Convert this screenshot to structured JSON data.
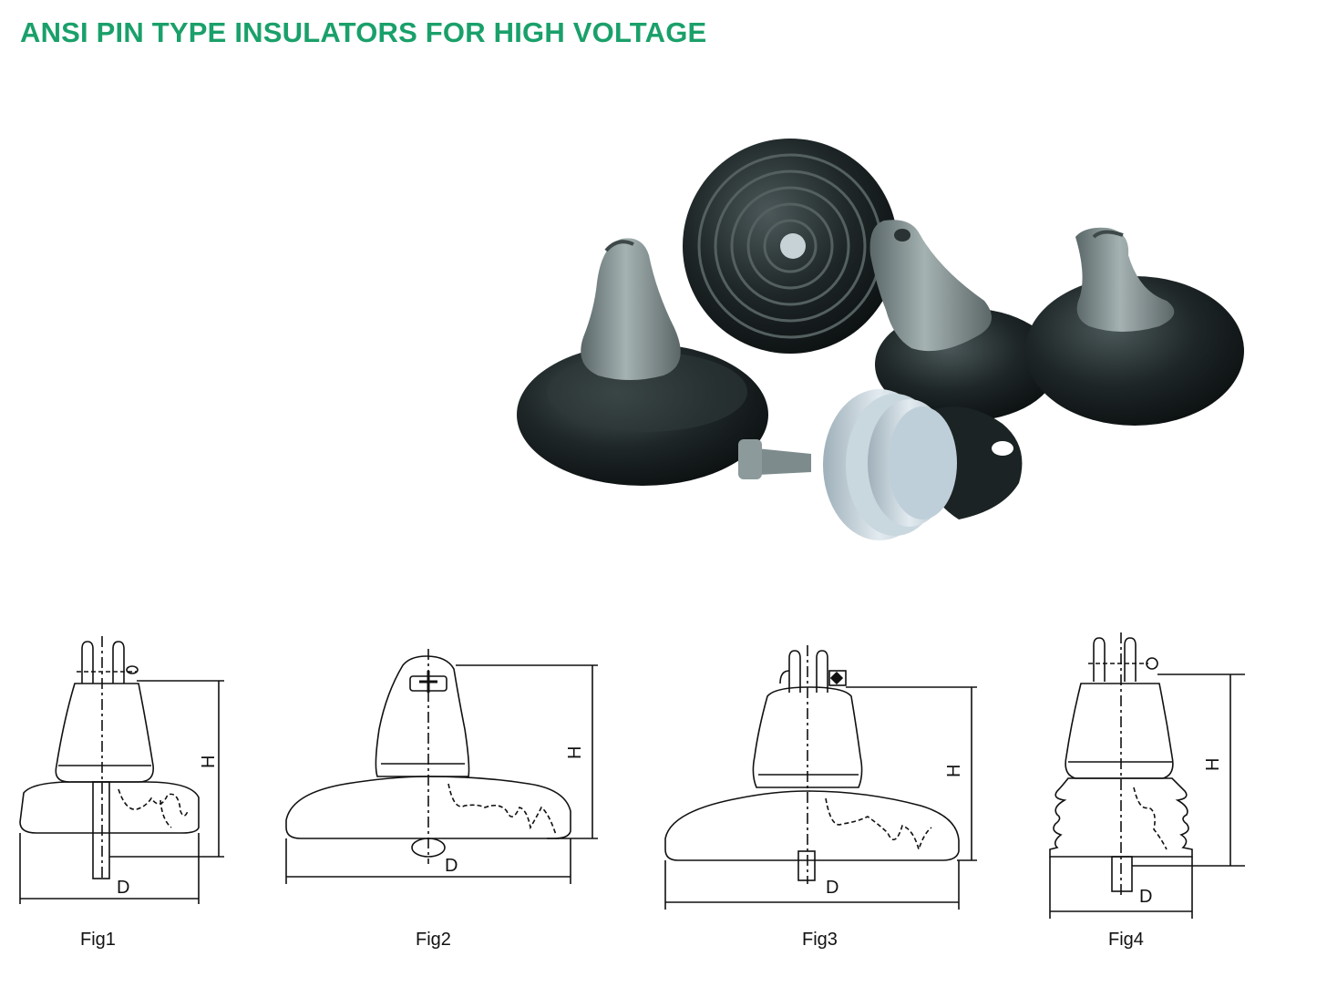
{
  "page": {
    "title": "ANSI PIN TYPE INSULATORS FOR HIGH VOLTAGE"
  },
  "colors": {
    "title": "#1aa06a",
    "porcelain_dark": "#1b2324",
    "cap_metal": "#7f8d8e",
    "porcelain_light": "#c9d7df",
    "line": "#111111"
  },
  "photo": {
    "icon": "insulator-product-photo"
  },
  "figures": [
    {
      "label": "Fig1",
      "height_label": "H",
      "diameter_label": "D"
    },
    {
      "label": "Fig2",
      "height_label": "H",
      "diameter_label": "D"
    },
    {
      "label": "Fig3",
      "height_label": "H",
      "diameter_label": "D"
    },
    {
      "label": "Fig4",
      "height_label": "H",
      "diameter_label": "D"
    }
  ]
}
